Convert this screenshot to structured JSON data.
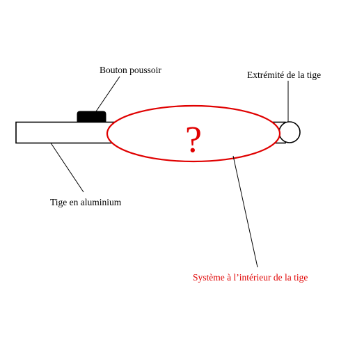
{
  "labels": {
    "push_button": "Bouton poussoir",
    "rod_tip": "Extrémité de la tige",
    "aluminium_rod": "Tige en aluminium",
    "inner_system": "Système à l’intérieur de la tige",
    "unknown_mark": "?"
  },
  "colors": {
    "stroke": "#000000",
    "highlight": "#e00000",
    "button_fill": "#000000",
    "background": "#ffffff"
  }
}
